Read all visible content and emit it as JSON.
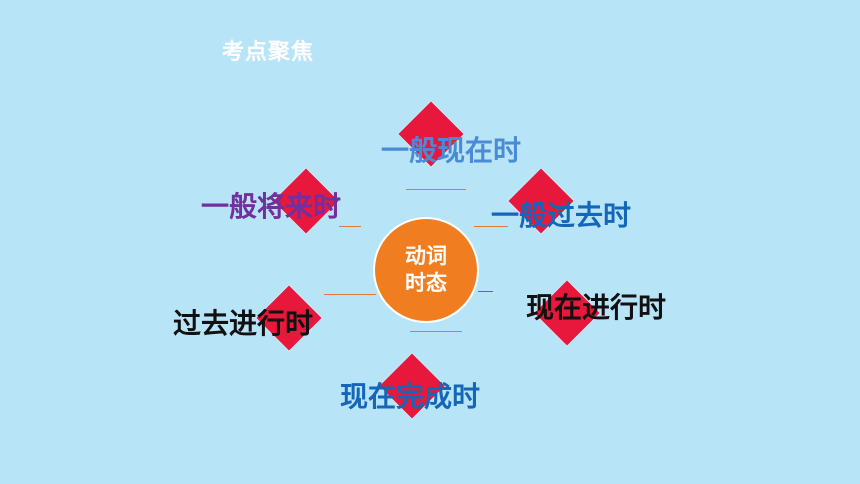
{
  "header": {
    "title": "考点聚焦"
  },
  "center": {
    "text": "动词时态"
  },
  "tenses": [
    {
      "label": "一般现在时",
      "color": "#4a8bd6"
    },
    {
      "label": "一般过去时",
      "color": "#1566b8"
    },
    {
      "label": "现在进行时",
      "color": "#111111"
    },
    {
      "label": "现在完成时",
      "color": "#1566b8"
    },
    {
      "label": "过去进行时",
      "color": "#111111"
    },
    {
      "label": "一般将来时",
      "color": "#7030a0"
    }
  ],
  "colors": {
    "background": "#b8e4f8",
    "diamond": "#e8173c",
    "center": "#f07e20",
    "connector": "#e07a3a"
  }
}
